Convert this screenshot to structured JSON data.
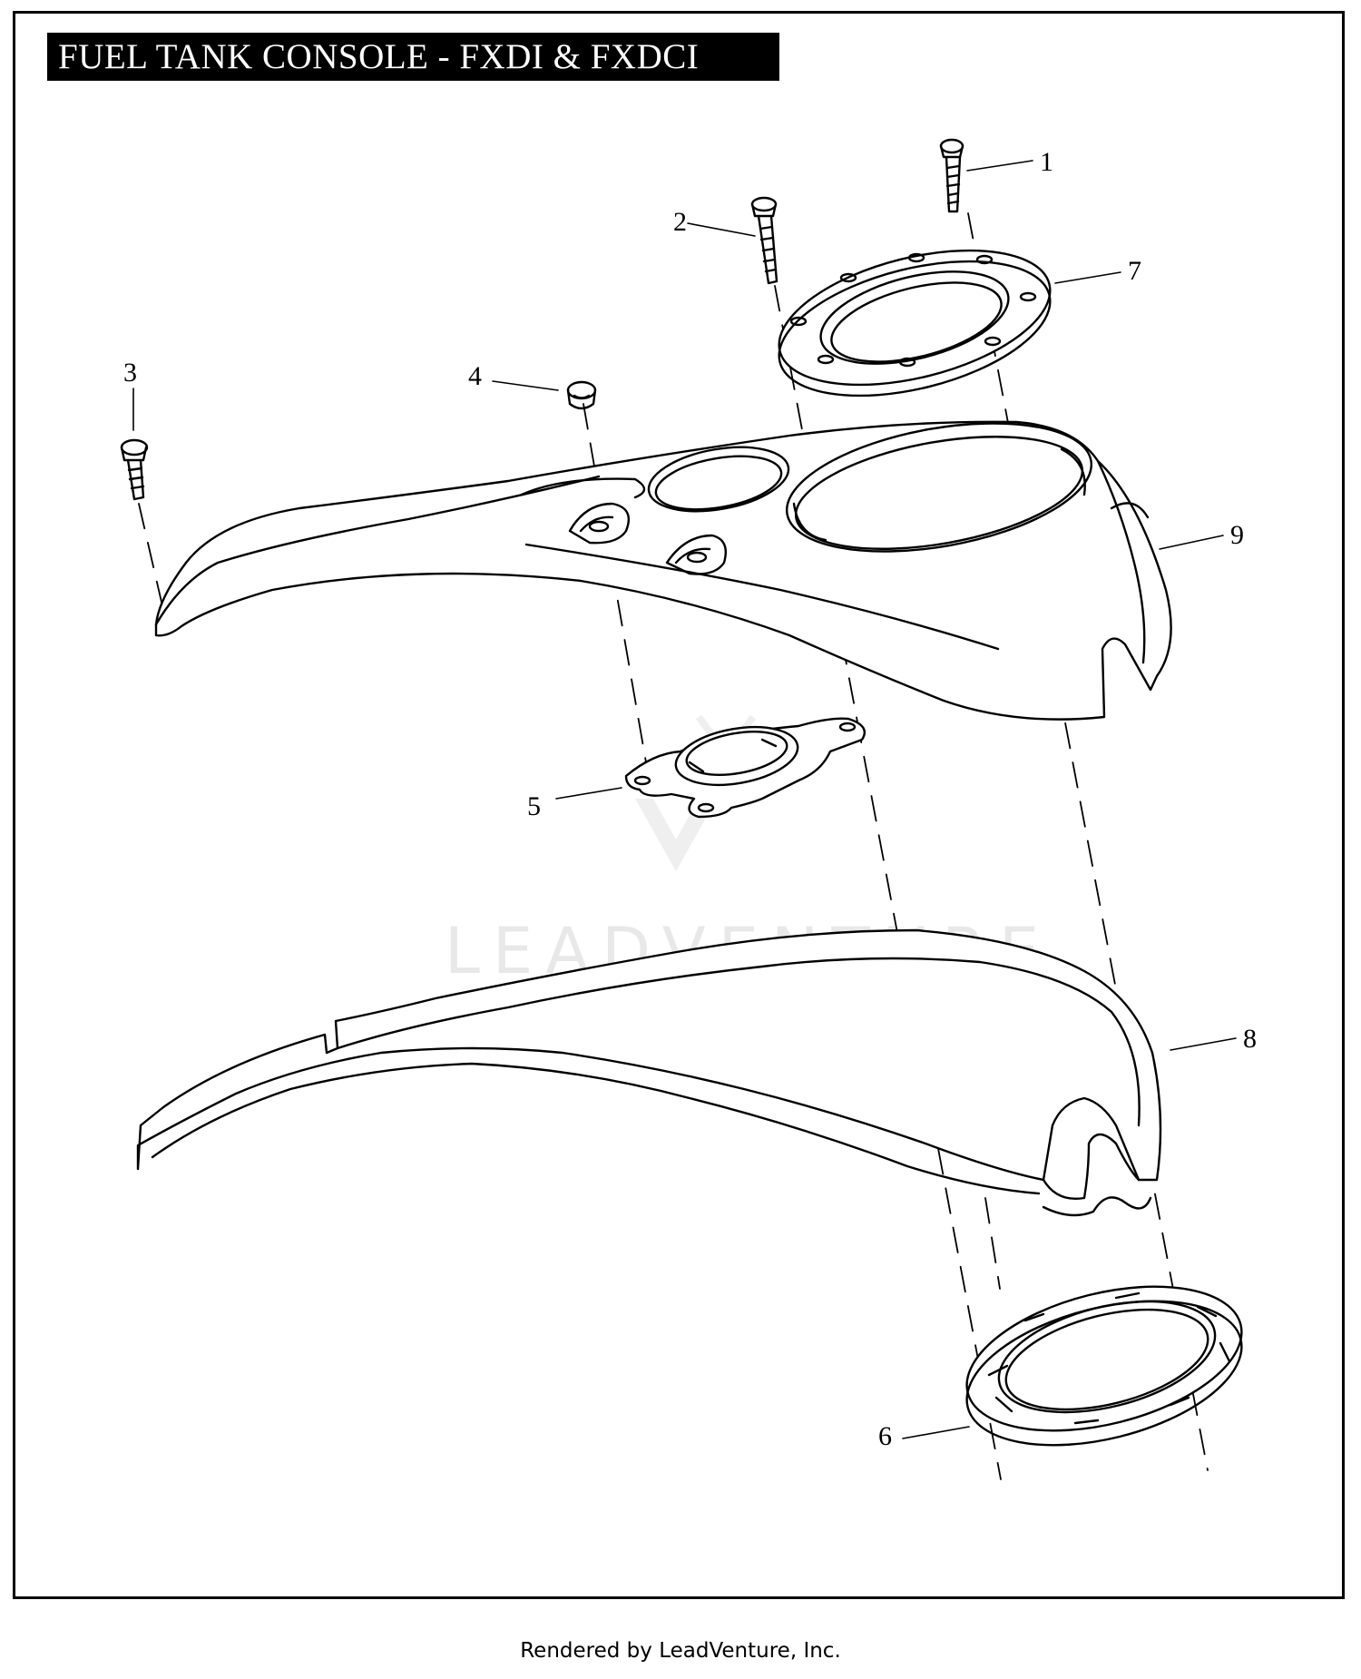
{
  "title": "FUEL TANK CONSOLE - FXDI & FXDCI",
  "footer": "Rendered by LeadVenture, Inc.",
  "watermark": "LEADVENTURE",
  "callouts": [
    "1",
    "2",
    "3",
    "4",
    "5",
    "6",
    "7",
    "8",
    "9"
  ],
  "colors": {
    "line": "#000000",
    "title_bg": "#000000",
    "title_text": "#ffffff",
    "watermark": "#d6d6d6"
  }
}
